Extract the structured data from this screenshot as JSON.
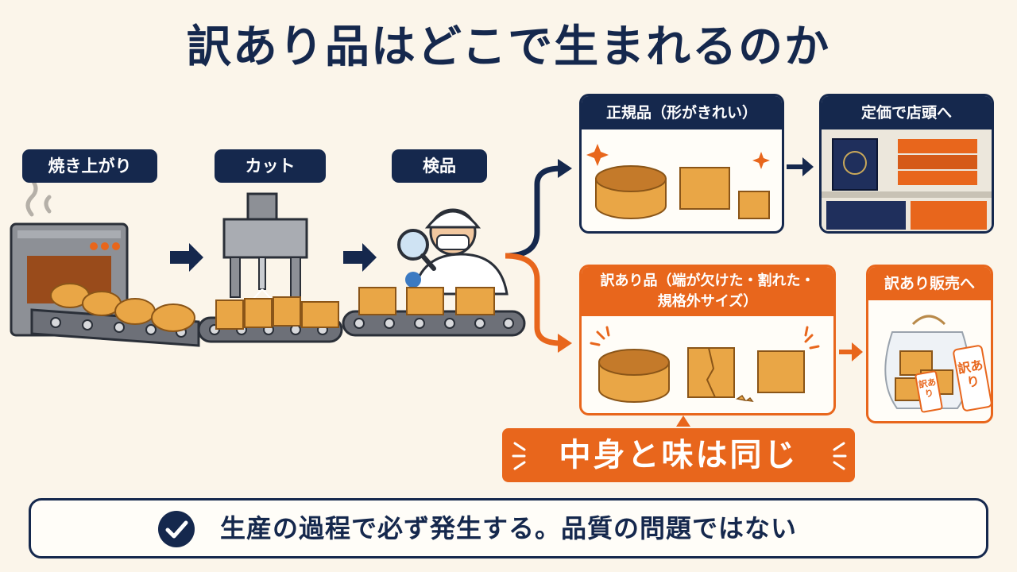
{
  "title": "訳あり品はどこで生まれるのか",
  "steps": [
    {
      "label": "焼き上がり"
    },
    {
      "label": "カット"
    },
    {
      "label": "検品"
    }
  ],
  "branches": {
    "regular": {
      "label": "正規品（形がきれい）",
      "destination": "定価で店頭へ"
    },
    "wakeari": {
      "label_line1": "訳あり品（端が欠けた・割れた・",
      "label_line2": "規格外サイズ）",
      "destination": "訳あり販売へ",
      "tag_text": "訳あり"
    }
  },
  "same_text": "中身と味は同じ",
  "conclusion": "生産の過程で必ず発生する。品質の問題ではない",
  "colors": {
    "navy": "#15284d",
    "orange": "#e8661c",
    "background": "#fbf5ea",
    "cake": "#e9a646"
  },
  "icons": [
    "steam-icon",
    "oven-icon",
    "cutter-icon",
    "inspector-icon",
    "magnifier-icon",
    "sparkle-icon",
    "crack-icon",
    "check-icon"
  ]
}
